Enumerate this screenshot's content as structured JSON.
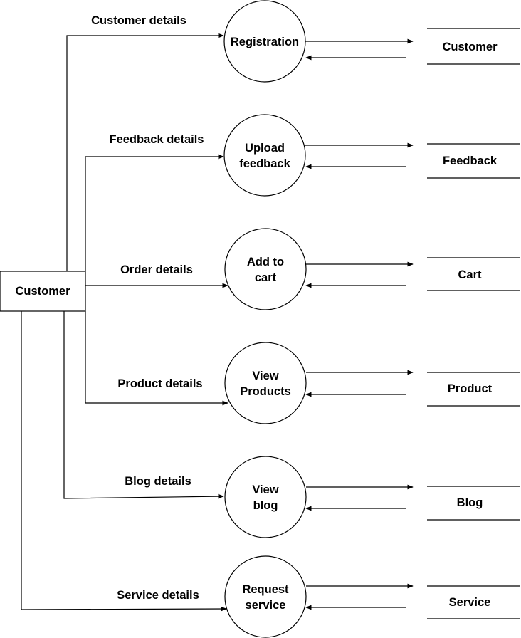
{
  "entity": {
    "label": "Customer"
  },
  "processes": [
    {
      "lines": [
        "Registration"
      ],
      "flow_label": "Customer details",
      "store_label": "Customer"
    },
    {
      "lines": [
        "Upload",
        "feedback"
      ],
      "flow_label": "Feedback details",
      "store_label": "Feedback"
    },
    {
      "lines": [
        "Add to",
        "cart"
      ],
      "flow_label": "Order details",
      "store_label": "Cart"
    },
    {
      "lines": [
        "View",
        "Products"
      ],
      "flow_label": "Product details",
      "store_label": "Product"
    },
    {
      "lines": [
        "View",
        "blog"
      ],
      "flow_label": "Blog details",
      "store_label": "Blog"
    },
    {
      "lines": [
        "Request",
        "service"
      ],
      "flow_label": "Service details",
      "store_label": "Service"
    }
  ]
}
